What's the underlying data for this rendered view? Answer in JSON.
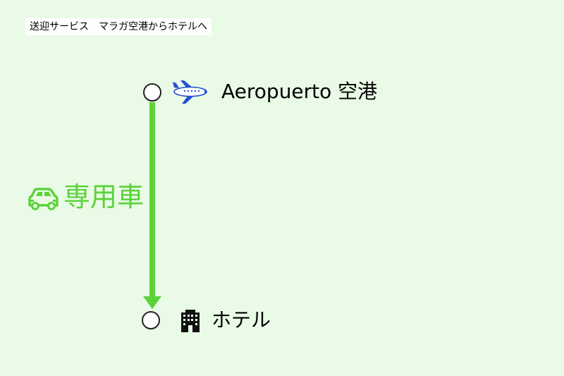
{
  "title": "送迎サービス　マラガ空港からホテルへ",
  "route": {
    "origin": {
      "label": "Aeropuerto 空港",
      "icon": "airplane-icon"
    },
    "destination": {
      "label": "ホテル",
      "icon": "hotel-building-icon"
    },
    "vehicle": {
      "label": "専用車",
      "icon": "car-icon"
    }
  },
  "colors": {
    "background": "#e9fbe6",
    "route": "#5bd23a",
    "plane": "#1f4fd6"
  }
}
